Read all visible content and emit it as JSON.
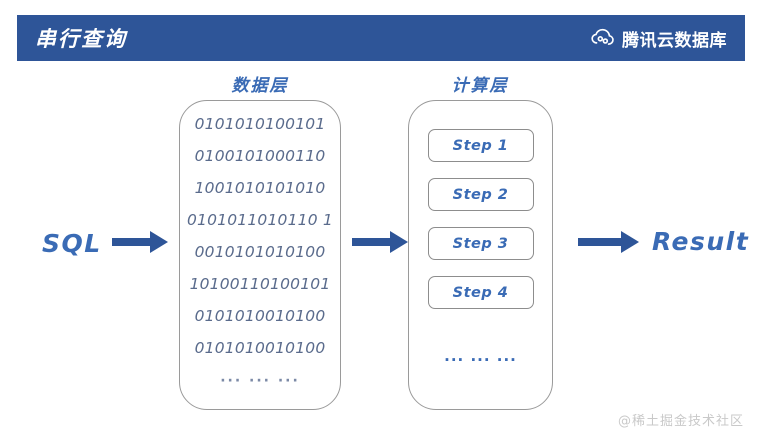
{
  "header": {
    "title": "串行查询",
    "brand_name": "腾讯云数据库",
    "bar_color": "#2e5598",
    "text_color": "#ffffff",
    "logo_icon": "tencent-cloud-icon"
  },
  "diagram": {
    "accent_color": "#3a6bb5",
    "arrow_color": "#2e5598",
    "border_color": "#9a9a9a",
    "start_label": "SQL",
    "end_label": "Result",
    "data_layer": {
      "title": "数据层",
      "rows": [
        "0101010100101",
        "0100101000110",
        "1001010101010",
        "0101011010110 1",
        "0010101010100",
        "10100110100101",
        "0101010010100",
        "0101010010100"
      ],
      "ellipsis": "··· ··· ···"
    },
    "compute_layer": {
      "title": "计算层",
      "steps": [
        {
          "label": "Step 1"
        },
        {
          "label": "Step 2"
        },
        {
          "label": "Step 3"
        },
        {
          "label": "Step 4"
        }
      ],
      "ellipsis": "··· ··· ···"
    },
    "arrows": [
      {
        "name": "sql-to-data"
      },
      {
        "name": "data-to-compute"
      },
      {
        "name": "compute-to-result"
      }
    ]
  },
  "watermark": {
    "text": "@稀土掘金技术社区"
  }
}
